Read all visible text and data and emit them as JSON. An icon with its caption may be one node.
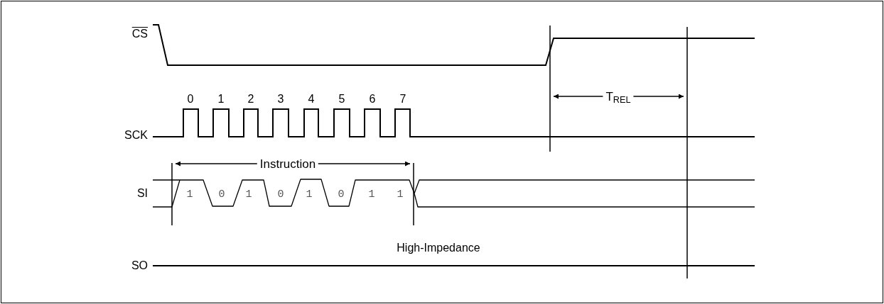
{
  "diagram": {
    "labels": [
      "CS",
      "0",
      "1",
      "2",
      "3",
      "4",
      "5",
      "6",
      "7",
      "SCK",
      "T$_{REL}$",
      "Instruction",
      "SI",
      "1",
      "0",
      "1",
      "0",
      "1",
      "0",
      "1",
      "1",
      "High-Impedance",
      "SO"
    ]
  }
}
